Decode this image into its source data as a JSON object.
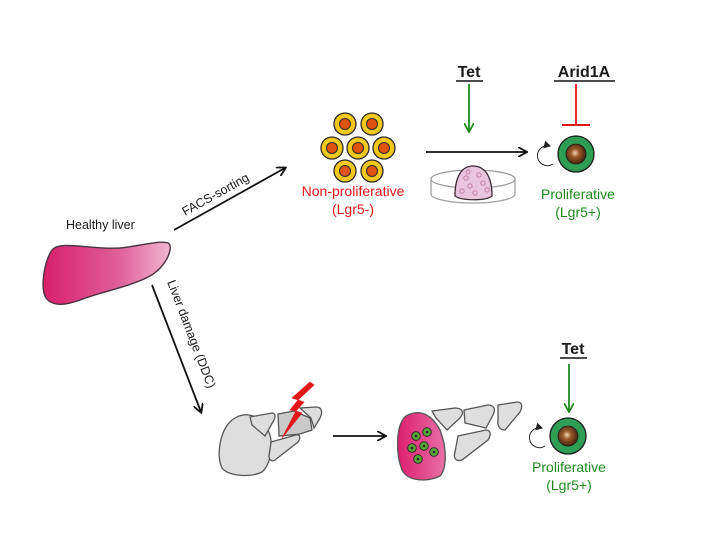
{
  "diagram": {
    "type": "biological-pathway",
    "nodes": {
      "healthy_liver": {
        "label": "Healthy liver"
      },
      "non_proliferative": {
        "line1": "Non-proliferative",
        "line2": "(Lgr5-)",
        "color": "#e3161b"
      },
      "proliferative_top": {
        "line1": "Proliferative",
        "line2": "(Lgr5+)",
        "color": "#1e8a1e"
      },
      "proliferative_bottom": {
        "line1": "Proliferative",
        "line2": "(Lgr5+)",
        "color": "#1e8a1e"
      },
      "culture_dish": {
        "label": ""
      },
      "damaged_liver": {
        "label": ""
      },
      "regenerating_liver": {
        "label": ""
      }
    },
    "edges": {
      "facs_sorting": {
        "label": "FACS-sorting",
        "from": "healthy_liver",
        "to": "non_proliferative"
      },
      "liver_damage": {
        "label": "Liver damage (DDC)",
        "from": "healthy_liver",
        "to": "damaged_liver"
      },
      "culture": {
        "label": "",
        "from": "non_proliferative",
        "to": "proliferative_top"
      },
      "regeneration": {
        "label": "",
        "from": "damaged_liver",
        "to": "regenerating_liver"
      }
    },
    "regulators": {
      "tet_top": {
        "label": "Tet",
        "effect": "activates",
        "color": "#1e8a1e"
      },
      "arid1a": {
        "label": "Arid1A",
        "effect": "inhibits",
        "color": "#e3161b"
      },
      "tet_bottom": {
        "label": "Tet",
        "effect": "activates",
        "color": "#1e8a1e"
      }
    },
    "colors": {
      "liver_pink": "#d6337a",
      "cell_yellow": "#f2c81c",
      "cell_nucleus": "#e0520f",
      "stem_green": "#2e9e55",
      "stem_core": "#5a2e12",
      "tissue_gray": "#dedede",
      "organoid": "#e8c5dc"
    }
  }
}
